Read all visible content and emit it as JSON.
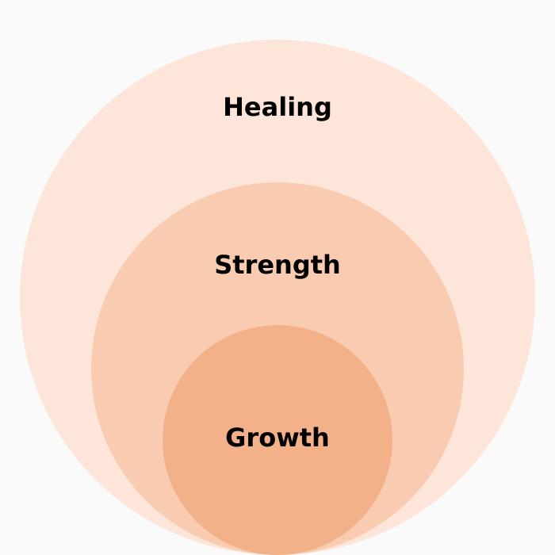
{
  "diagram": {
    "type": "nested-circles",
    "background": "#fafafa",
    "levels": [
      {
        "label": "Healing",
        "color": "#fee5d9"
      },
      {
        "label": "Strength",
        "color": "#f9cbb1"
      },
      {
        "label": "Growth",
        "color": "#f3b18a"
      }
    ]
  }
}
